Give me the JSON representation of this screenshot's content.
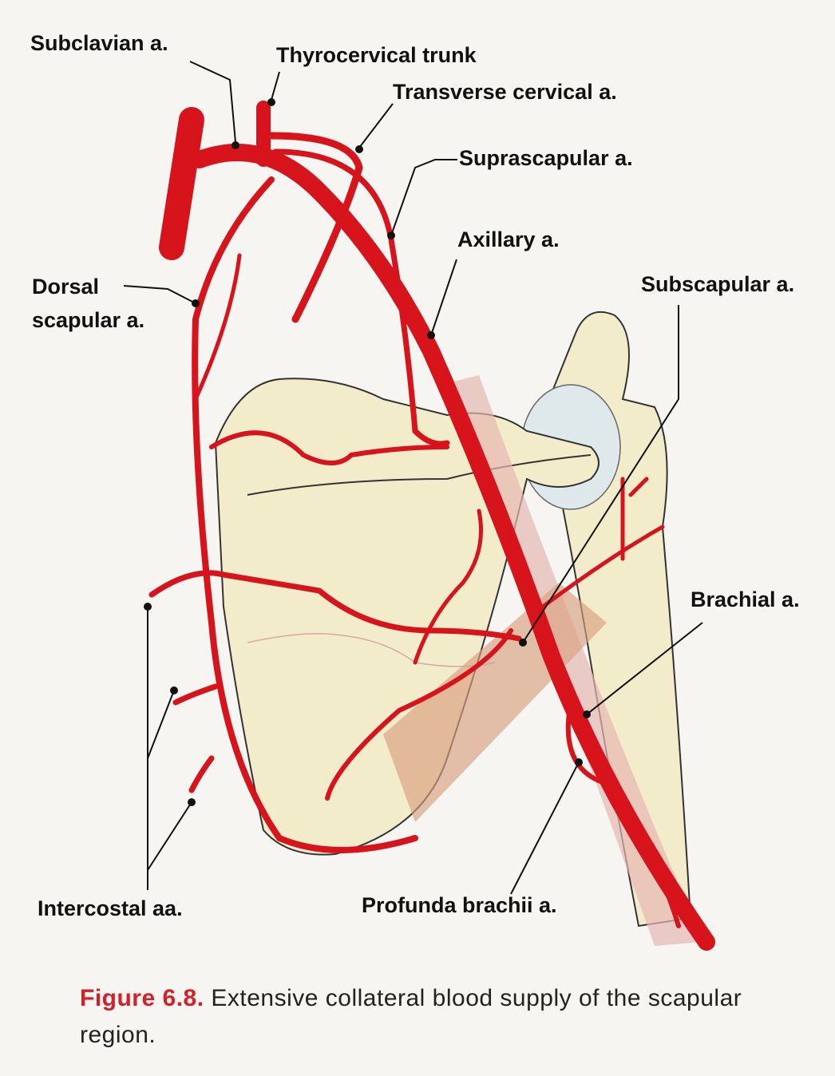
{
  "labels": {
    "subclavian": "Subclavian a.",
    "thyrocervical": "Thyrocervical trunk",
    "transverse_cervical": "Transverse cervical a.",
    "suprascapular": "Suprascapular a.",
    "axillary": "Axillary a.",
    "subscapular": "Subscapular a.",
    "dorsal_scapular_1": "Dorsal",
    "dorsal_scapular_2": "scapular a.",
    "brachial": "Brachial a.",
    "intercostal": "Intercostal aa.",
    "profunda_brachii": "Profunda brachii a."
  },
  "caption": {
    "figure_number": "Figure 6.8.",
    "text": "Extensive collateral blood supply of the scapular region."
  },
  "colors": {
    "artery": "#d7131c",
    "bone": "#f3eccb",
    "background": "#f6f5f1",
    "caption_accent": "#d4202a"
  }
}
